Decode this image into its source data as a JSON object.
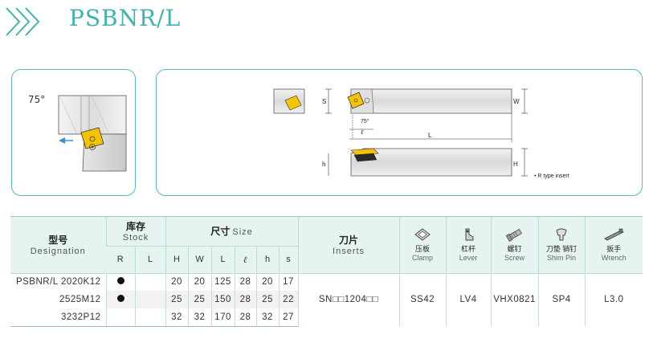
{
  "header": {
    "title": "PSBNR/L",
    "chevron_color": "#3fb3ad"
  },
  "left_panel": {
    "angle_label": "75°"
  },
  "right_panel": {
    "dim_s": "S",
    "dim_w": "W",
    "dim_h_left": "h",
    "dim_h_right": "H",
    "dim_L": "L",
    "dim_l": "ℓ",
    "angle": "75°",
    "note": "• R type insert"
  },
  "table": {
    "designation_cn": "型号",
    "designation_en": "Designation",
    "stock_cn": "库存",
    "stock_en": "Stock",
    "size_cn": "尺寸",
    "size_en": "Size",
    "inserts_cn": "刀片",
    "inserts_en": "Inserts",
    "stock_cols": [
      "R",
      "L"
    ],
    "size_cols": [
      "H",
      "W",
      "L",
      "ℓ",
      "h",
      "s"
    ],
    "parts": [
      {
        "cn": "压板",
        "en": "Clamp",
        "icon": "clamp-icon"
      },
      {
        "cn": "杠杆",
        "en": "Lever",
        "icon": "lever-icon"
      },
      {
        "cn": "螺钉",
        "en": "Screw",
        "icon": "screw-icon"
      },
      {
        "cn": "刀垫 销钉",
        "en": "Shim Pin",
        "icon": "shim-pin-icon"
      },
      {
        "cn": "扳手",
        "en": "Wrench",
        "icon": "wrench-icon"
      }
    ],
    "rows": [
      {
        "designation": "PSBNR/L 2020K12",
        "R": true,
        "L": false,
        "H": "20",
        "W": "20",
        "L_len": "125",
        "l": "28",
        "h": "20",
        "s": "17"
      },
      {
        "designation": "2525M12",
        "R": true,
        "L": false,
        "H": "25",
        "W": "25",
        "L_len": "150",
        "l": "28",
        "h": "25",
        "s": "22"
      },
      {
        "designation": "3232P12",
        "R": false,
        "L": false,
        "H": "32",
        "W": "32",
        "L_len": "170",
        "l": "28",
        "h": "32",
        "s": "27"
      }
    ],
    "insert": "SN□□1204□□",
    "clamp": "SS42",
    "lever": "LV4",
    "screw": "VHX0821",
    "shim_pin": "SP4",
    "wrench": "L3.0"
  }
}
